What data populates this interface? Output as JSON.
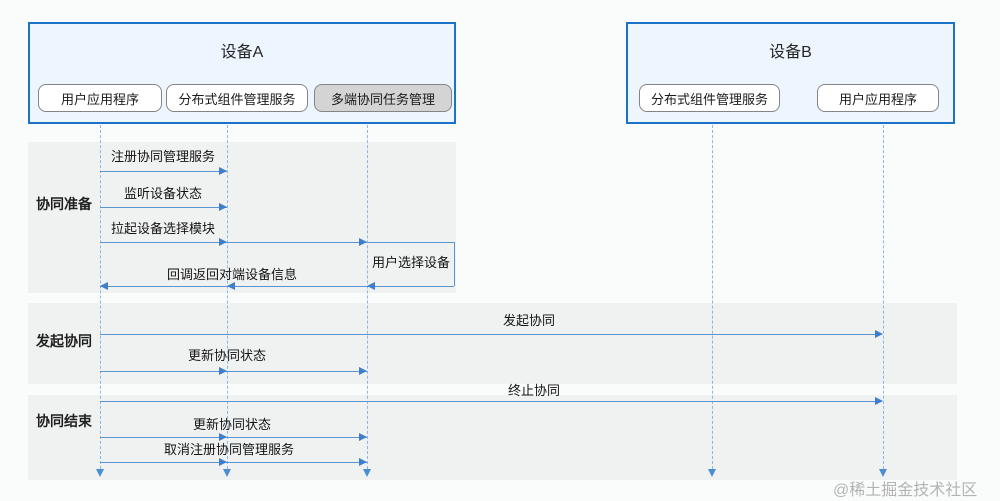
{
  "watermark": "@稀土掘金技术社区",
  "colors": {
    "device_border": "#1b73c8",
    "device_fill": "#edf6fe",
    "component_fill": "#ffffff",
    "highlight_component_fill": "#d4d4d4",
    "arrow": "#3e7ecb",
    "lifeline": "#8bb6e8",
    "phase_band": "#f0f1f1"
  },
  "devices": {
    "a": {
      "title": "设备A",
      "components": {
        "user_app": "用户应用程序",
        "dms": "分布式组件管理服务",
        "multi_task": "多端协同任务管理"
      }
    },
    "b": {
      "title": "设备B",
      "components": {
        "dms": "分布式组件管理服务",
        "user_app": "用户应用程序"
      }
    }
  },
  "phases": {
    "prepare": "协同准备",
    "initiate": "发起协同",
    "end": "协同结束"
  },
  "messages": {
    "register": "注册协同管理服务",
    "listen": "监听设备状态",
    "launch_picker": "拉起设备选择模块",
    "user_select": "用户选择设备",
    "callback_return": "回调返回对端设备信息",
    "initiate": "发起协同",
    "update_status_1": "更新协同状态",
    "terminate": "终止协同",
    "update_status_2": "更新协同状态",
    "unregister": "取消注册协同管理服务"
  }
}
